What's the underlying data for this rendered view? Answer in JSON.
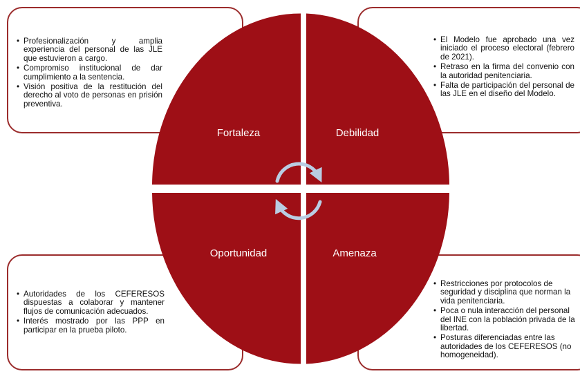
{
  "quadrants": {
    "fortaleza": {
      "label": "Fortaleza",
      "items": [
        "Profesionalización y amplia experiencia del personal de las JLE que estuvieron a cargo.",
        "Compromiso institucional de dar cumplimiento a la sentencia.",
        "Visión positiva de la restitución del derecho al voto de personas en prisión preventiva."
      ]
    },
    "debilidad": {
      "label": "Debilidad",
      "items": [
        "El Modelo fue aprobado una vez iniciado el proceso electoral (febrero de 2021).",
        "Retraso en la firma del convenio con la autoridad penitenciaria.",
        "Falta de participación del personal de las JLE en el diseño del Modelo."
      ]
    },
    "oportunidad": {
      "label": "Oportunidad",
      "items": [
        "Autoridades de los CEFERESOS dispuestas a colaborar y mantener flujos de comunicación adecuados.",
        "Interés mostrado por las PPP en participar en la prueba piloto."
      ]
    },
    "amenaza": {
      "label": "Amenaza",
      "items": [
        "Restricciones por protocolos de seguridad y disciplina que norman la vida penitenciaria.",
        "Poca o nula interacción del personal del INE con la población privada de la libertad.",
        "Posturas diferenciadas entre las autoridades de los CEFERESOS (no homogeneidad)."
      ]
    }
  },
  "colors": {
    "quadrant_fill": "#9e0f16",
    "box_border": "#9b2c2c",
    "cycle_arrow": "#b9cde3"
  },
  "icons": {
    "cycle": "cycle-arrows-icon"
  }
}
